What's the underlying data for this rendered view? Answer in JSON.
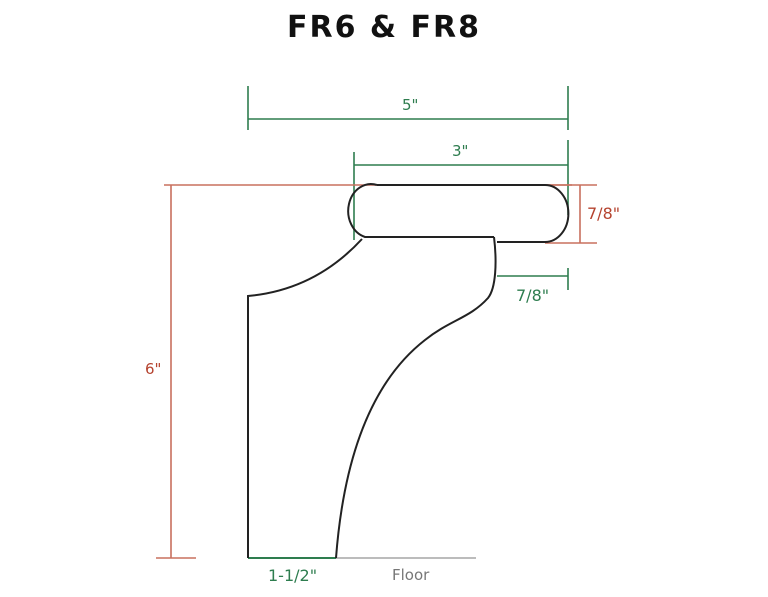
{
  "title": "FR6 & FR8",
  "colors": {
    "outline": "#222222",
    "dimension_green": "#2e7d4f",
    "dimension_red": "#b5432f",
    "floor_grey": "#999999",
    "background": "#ffffff"
  },
  "dimensions": {
    "overall_width": "5\"",
    "top_width": "3\"",
    "top_thickness": "7/8\"",
    "overhang": "7/8\"",
    "height": "6\"",
    "base_width": "1-1/2\""
  },
  "labels": {
    "floor": "Floor"
  }
}
